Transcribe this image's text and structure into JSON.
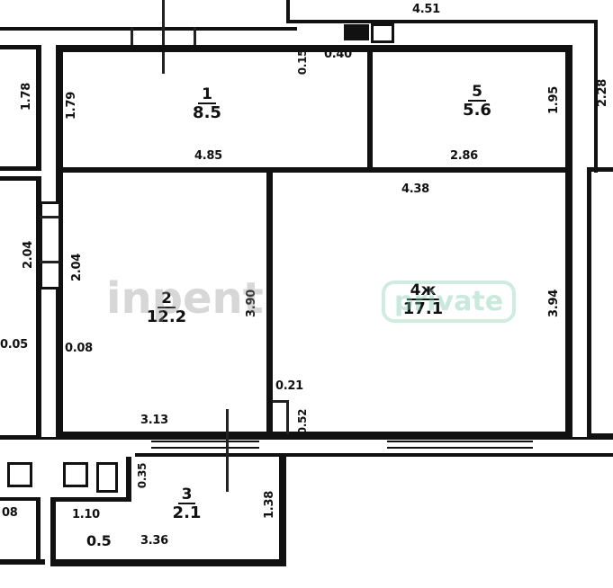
{
  "plan": {
    "rooms": [
      {
        "id": "1",
        "number": "1",
        "area": "8.5"
      },
      {
        "id": "2",
        "number": "2",
        "area": "12.2"
      },
      {
        "id": "3",
        "number": "3",
        "area": "2.1"
      },
      {
        "id": "4",
        "number": "4ж",
        "area": "17.1"
      },
      {
        "id": "5",
        "number": "5",
        "area": "5.6"
      }
    ],
    "dimensions": {
      "top_corridor": "4.51",
      "room1_width": "4.85",
      "room1_height": "1.79",
      "left_room_height": "1.78",
      "gap_015": "0.15",
      "gap_040": "0.40",
      "room5_width": "2.86",
      "room5_height": "1.95",
      "right_height": "2.28",
      "room4_width": "4.38",
      "room4_height": "3.94",
      "room2_height": "3.90",
      "room2_width": "3.13",
      "door_left_outer": "2.04",
      "door_left_inner": "2.04",
      "left_gap_outer": "0.05",
      "left_gap_inner": "0.08",
      "niche_a": "0.21",
      "niche_b": "0.52",
      "room3_height": "1.38",
      "room3_side": "0.35",
      "room3_left": "1.10",
      "room3_bottom_a": "0.5",
      "room3_bottom_b": "3.36",
      "bottom_left_partial": "08"
    },
    "watermark": {
      "brand": "inpent",
      "badge": "private"
    }
  }
}
